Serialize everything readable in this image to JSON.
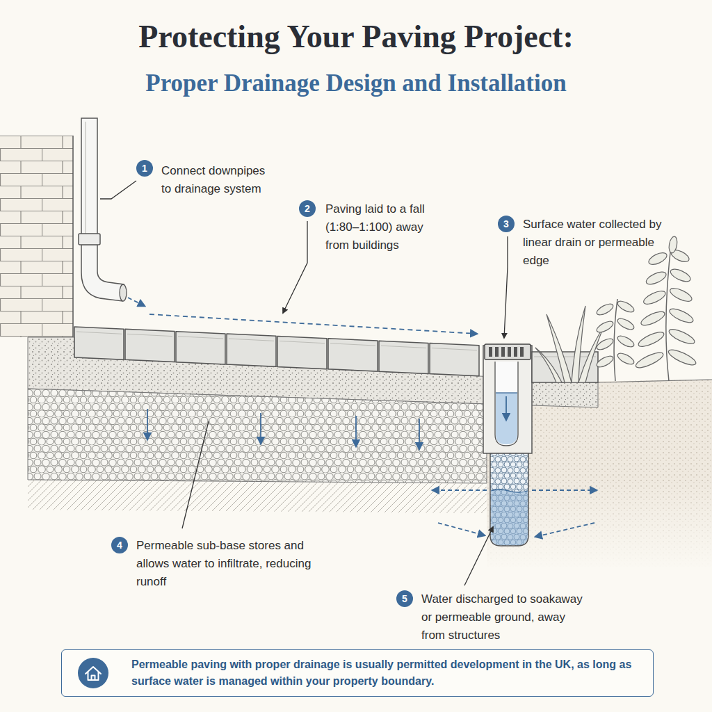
{
  "diagram": {
    "title": "Protecting Your Paving Project:",
    "nodes": [
      {
        "text": [
          "Permeable paving with proper drainage is usually permitted development in the UK, as long as surface water is managed within your property boundary."
        ]
      }
    ],
    "labels": [
      "Proper Drainage Design and Installation",
      "1",
      "Connect downpipes to drainage system",
      "2",
      "Paving laid to a fall (1:80–1:100) away from buildings",
      "3",
      "Surface water collected by linear drain or permeable edge",
      "4",
      "Permeable sub-base stores and allows water to infiltrate, reducing runoff",
      "5",
      "Water discharged to soakaway or permeable ground, away from structures"
    ]
  }
}
